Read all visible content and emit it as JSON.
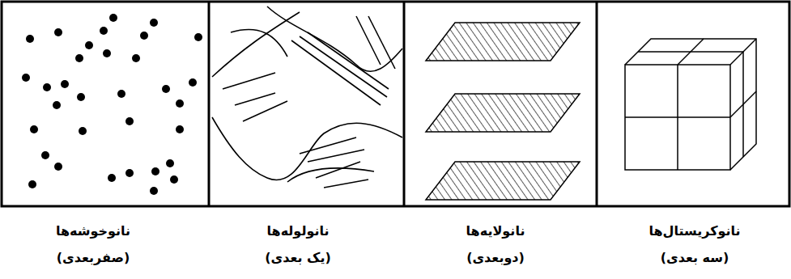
{
  "diagram": {
    "labels": [
      "نانوخوشه‌ها",
      "(صفربعدی)",
      "نانولوله‌ها",
      "(یک بعدی)",
      "نانولایه‌ها",
      "(دوبعدی)",
      "نانوکریستال‌ها",
      "(سه بعدی)"
    ]
  }
}
